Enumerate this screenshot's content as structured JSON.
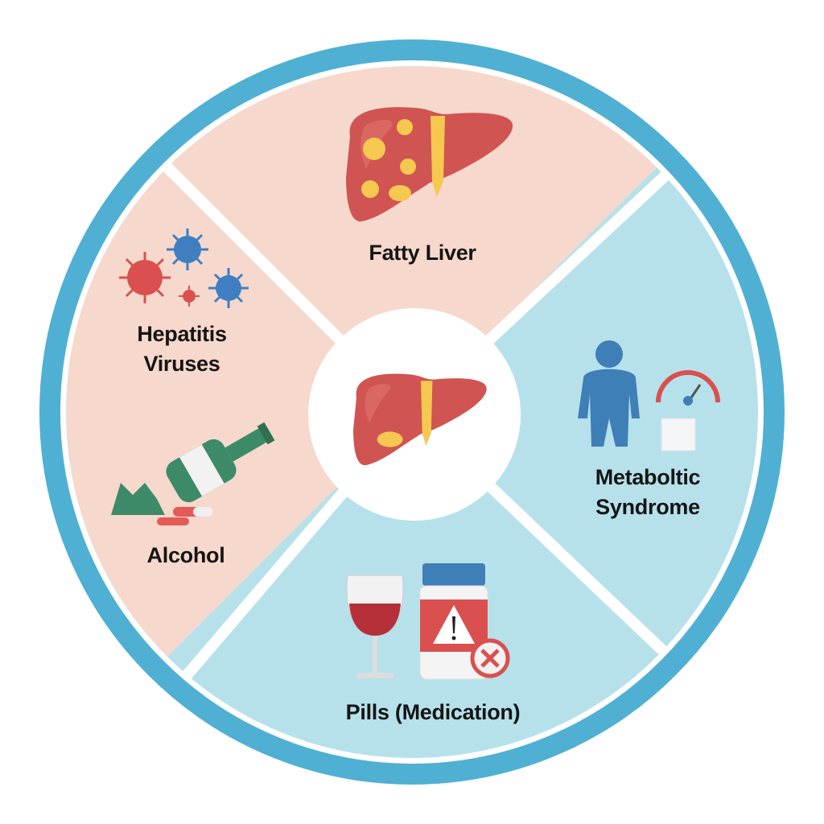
{
  "segments": [
    {
      "id": "fatty-liver",
      "label": "Fatty Liver",
      "color": "#f6d8cc"
    },
    {
      "id": "hepatitis",
      "label_lines": [
        "Hepatitis",
        "Viruses"
      ],
      "color": "#f6d8cc"
    },
    {
      "id": "alcohol",
      "label": "Alcohol",
      "color": "#f6d8cc"
    },
    {
      "id": "metabolic",
      "label_lines": [
        "Metaboltic",
        "Syndrome"
      ],
      "color": "#b6e1ea"
    },
    {
      "id": "pills",
      "label": "Pills (Medication)",
      "color": "#b6e1ea"
    }
  ],
  "colors": {
    "ring": "#4fb0d3",
    "liver": "#cf5452",
    "fat": "#f5c84f",
    "separator": "#ffffff"
  }
}
